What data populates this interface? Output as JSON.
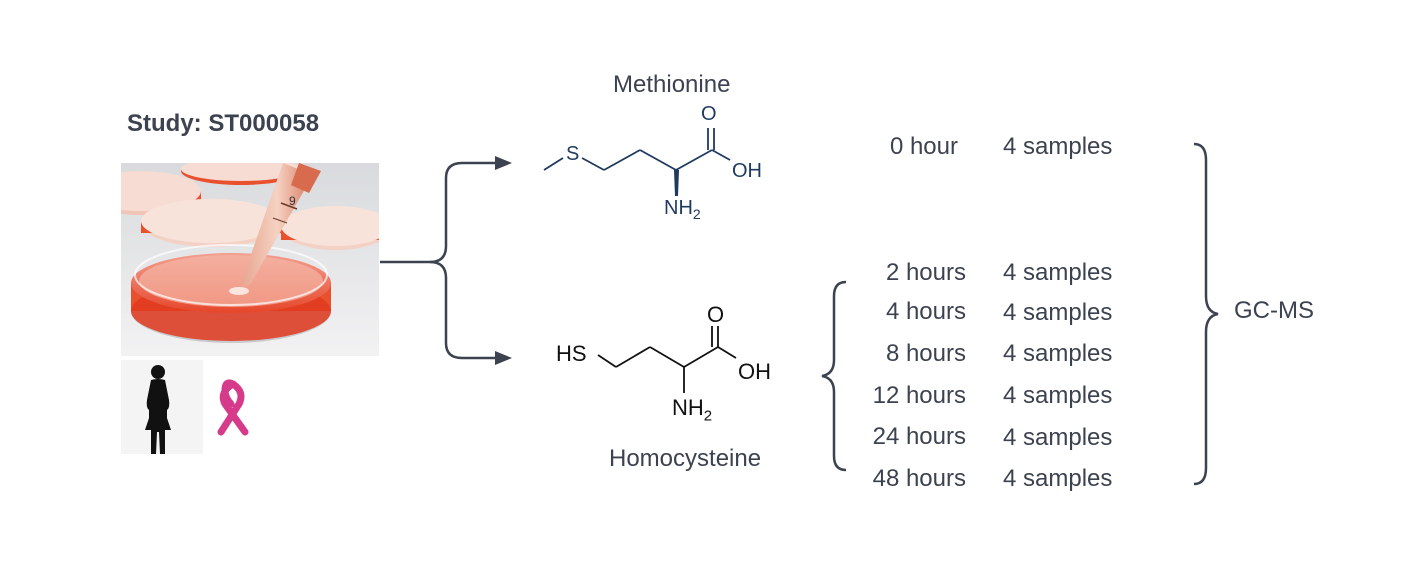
{
  "study": {
    "title": "Study: ST000058"
  },
  "molecules": {
    "methionine": {
      "name": "Methionine",
      "atom_s": "S",
      "atom_o": "O",
      "atom_oh": "OH",
      "atom_nh2": "NH",
      "atom_nh2_sub": "2",
      "color": "#1f3a5f"
    },
    "homocysteine": {
      "name": "Homocysteine",
      "atom_hs": "HS",
      "atom_o": "O",
      "atom_oh": "OH",
      "atom_nh2": "NH",
      "atom_nh2_sub": "2",
      "color": "#111111"
    }
  },
  "timepoints": [
    {
      "time": "0 hour",
      "samples": "4 samples"
    },
    {
      "time": "2 hours",
      "samples": "4 samples"
    },
    {
      "time": "4 hours",
      "samples": "4 samples"
    },
    {
      "time": "8 hours",
      "samples": "4 samples"
    },
    {
      "time": "12 hours",
      "samples": "4 samples"
    },
    {
      "time": "24 hours",
      "samples": "4 samples"
    },
    {
      "time": "48 hours",
      "samples": "4 samples"
    }
  ],
  "method": {
    "label": "GC-MS"
  },
  "icons": {
    "photo": "petri-dish-pipette-icon",
    "person": "female-silhouette-icon",
    "ribbon": "breast-cancer-ribbon-icon",
    "ribbon_color": "#d63a8a",
    "dish_color": "#e8502e"
  },
  "colors": {
    "connector": "#3d4250"
  }
}
